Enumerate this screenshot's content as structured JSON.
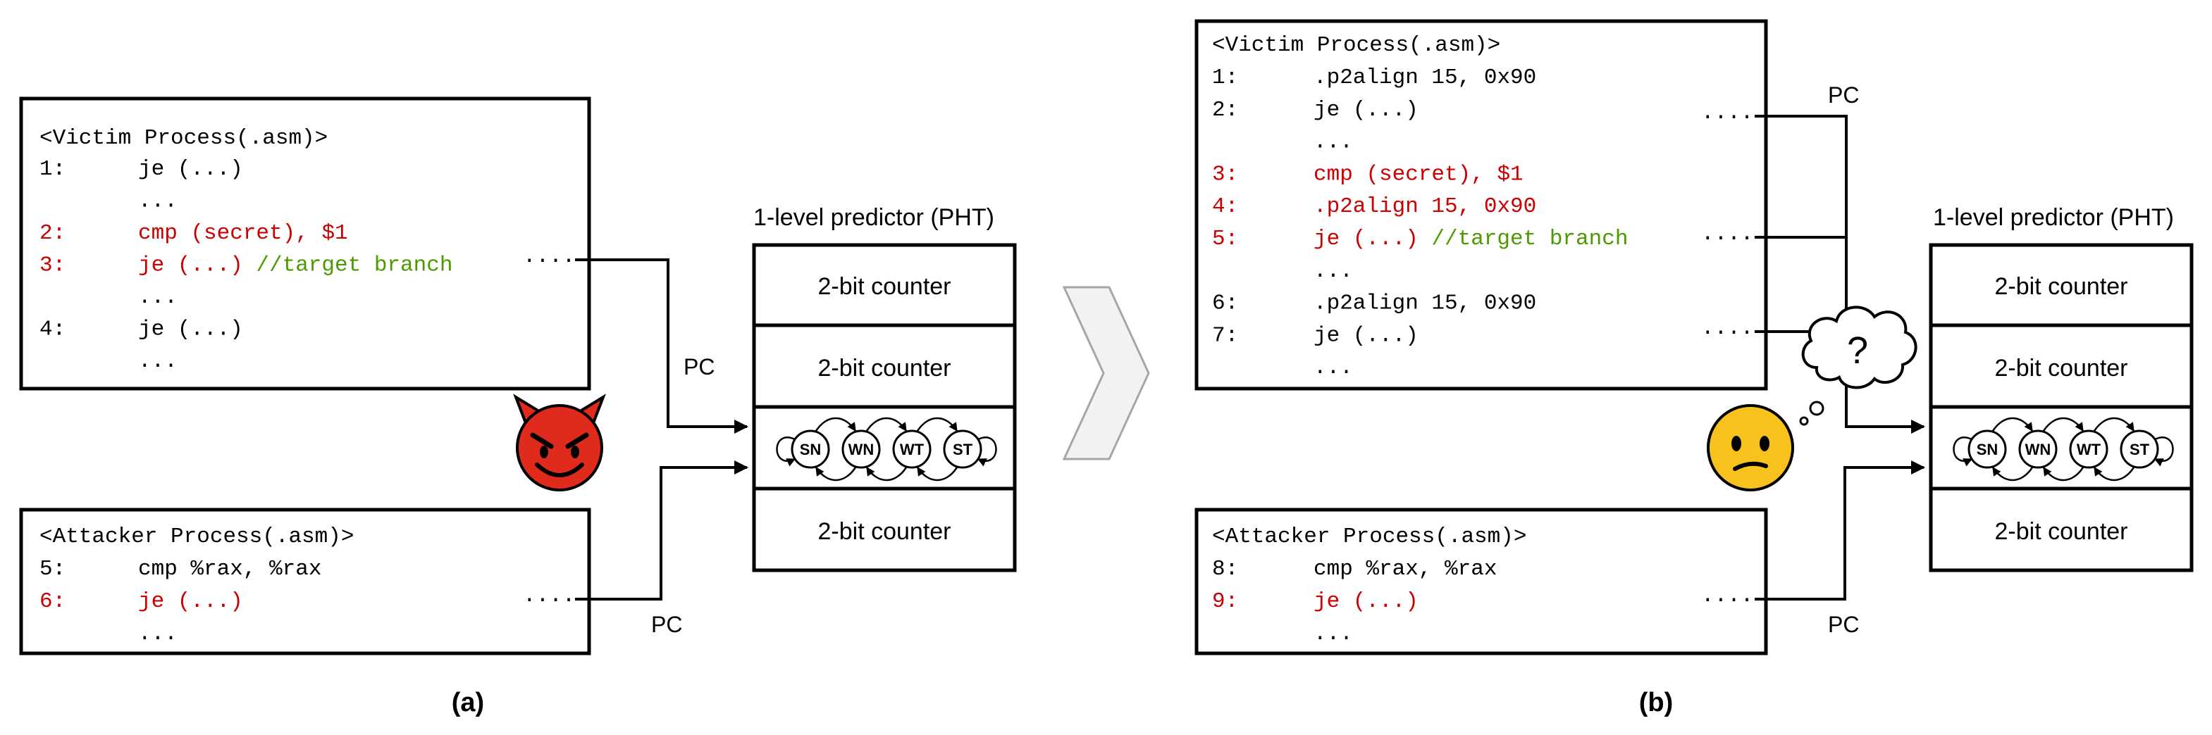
{
  "colors": {
    "red": "#cc0000",
    "green": "#4d9900",
    "black": "#000000"
  },
  "panel_a": {
    "caption": "(a)",
    "victim": {
      "title": "<Victim Process(.asm)>",
      "lines": [
        {
          "num": "1:",
          "code": "je (...)",
          "color": "black"
        },
        {
          "num": "",
          "code": "...",
          "color": "black"
        },
        {
          "num": "2:",
          "code": "cmp (secret), $1",
          "color": "red"
        },
        {
          "num": "3:",
          "code": "je (...)",
          "comment": "//target branch",
          "color": "red"
        },
        {
          "num": "",
          "code": "...",
          "color": "black"
        },
        {
          "num": "4:",
          "code": "je (...)",
          "color": "black"
        },
        {
          "num": "",
          "code": "...",
          "color": "black"
        }
      ]
    },
    "attacker": {
      "title": "<Attacker Process(.asm)>",
      "lines": [
        {
          "num": "5:",
          "code": "cmp %rax, %rax",
          "color": "black"
        },
        {
          "num": "6:",
          "code": "je (...)",
          "color": "red"
        },
        {
          "num": "",
          "code": "...",
          "color": "black"
        }
      ]
    },
    "pc_labels": [
      "PC",
      "PC"
    ],
    "predictor": {
      "title": "1-level predictor (PHT)",
      "cells": [
        "2-bit counter",
        "2-bit counter",
        "",
        "2-bit counter"
      ],
      "states": [
        "SN",
        "WN",
        "WT",
        "ST"
      ]
    },
    "emoji": "devil-face-icon"
  },
  "panel_b": {
    "caption": "(b)",
    "victim": {
      "title": "<Victim Process(.asm)>",
      "lines": [
        {
          "num": "1:",
          "code": ".p2align 15, 0x90",
          "color": "black"
        },
        {
          "num": "2:",
          "code": "je (...)",
          "color": "black"
        },
        {
          "num": "",
          "code": "...",
          "color": "black"
        },
        {
          "num": "3:",
          "code": "cmp (secret), $1",
          "color": "red"
        },
        {
          "num": "4:",
          "code": ".p2align 15, 0x90",
          "color": "red"
        },
        {
          "num": "5:",
          "code": "je (...)",
          "comment": "//target branch",
          "color": "red"
        },
        {
          "num": "",
          "code": "...",
          "color": "black"
        },
        {
          "num": "6:",
          "code": ".p2align 15, 0x90",
          "color": "black"
        },
        {
          "num": "7:",
          "code": "je (...)",
          "color": "black"
        },
        {
          "num": "",
          "code": "...",
          "color": "black"
        }
      ]
    },
    "attacker": {
      "title": "<Attacker Process(.asm)>",
      "lines": [
        {
          "num": "8:",
          "code": "cmp %rax, %rax",
          "color": "black"
        },
        {
          "num": "9:",
          "code": "je (...)",
          "color": "red"
        },
        {
          "num": "",
          "code": "...",
          "color": "black"
        }
      ]
    },
    "pc_labels": [
      "PC",
      "PC"
    ],
    "thought": "?",
    "predictor": {
      "title": "1-level predictor (PHT)",
      "cells": [
        "2-bit counter",
        "2-bit counter",
        "",
        "2-bit counter"
      ],
      "states": [
        "SN",
        "WN",
        "WT",
        "ST"
      ]
    },
    "emoji": "confused-face-icon"
  },
  "connector": "chevron-right-icon"
}
